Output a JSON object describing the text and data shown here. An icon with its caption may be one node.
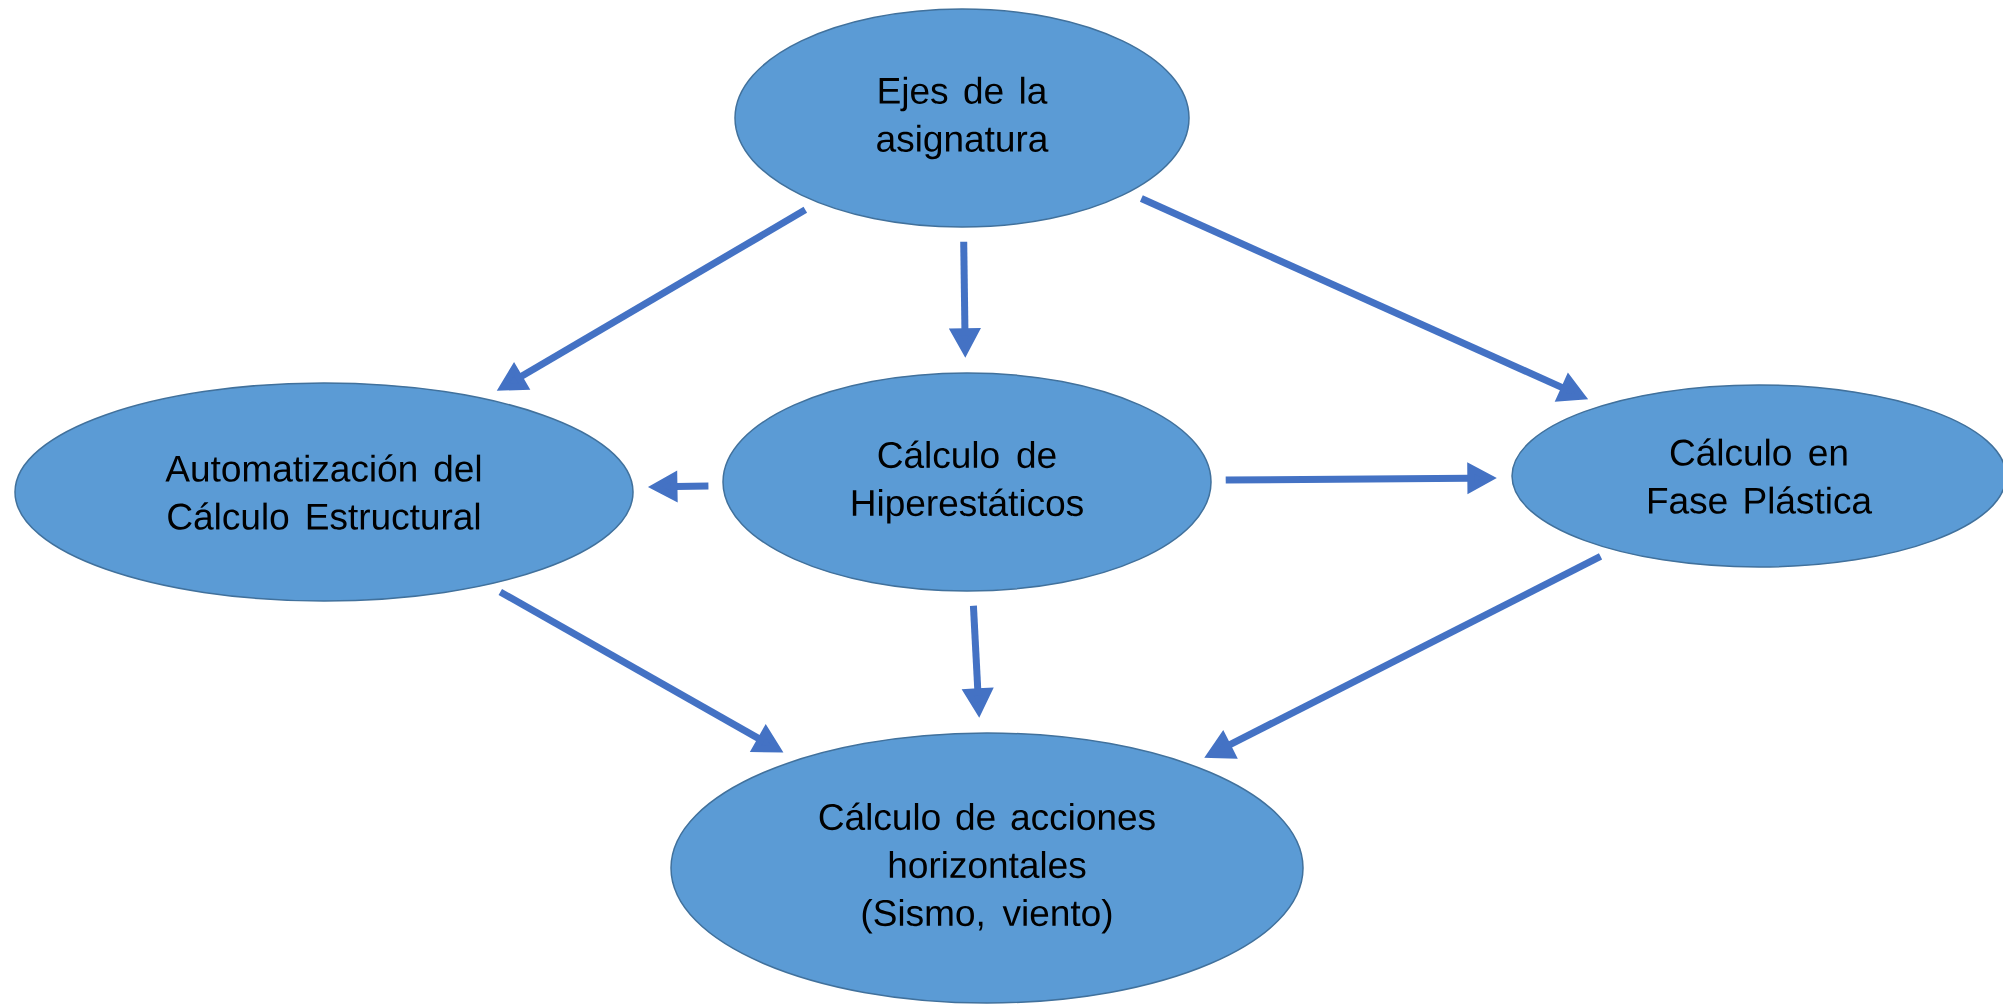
{
  "diagram": {
    "nodes": [
      {
        "text": [
          "Ejes de la asignatura"
        ]
      },
      {
        "text": [
          "Automatización del Cálculo Estructural"
        ]
      },
      {
        "text": [
          "Cálculo de Hiperestáticos"
        ]
      },
      {
        "text": [
          "Cálculo en Fase Plástica"
        ]
      },
      {
        "text": [
          "Cálculo de acciones horizontales (Sismo, viento)"
        ]
      }
    ],
    "edges": [
      {
        "from": 0,
        "to": 1,
        "arrow": "to"
      },
      {
        "from": 0,
        "to": 2,
        "arrow": "to"
      },
      {
        "from": 0,
        "to": 3,
        "arrow": "to"
      },
      {
        "from": 2,
        "to": 1,
        "arrow": "to"
      },
      {
        "from": 2,
        "to": 3,
        "arrow": "to"
      },
      {
        "from": 1,
        "to": 4,
        "arrow": "to"
      },
      {
        "from": 2,
        "to": 4,
        "arrow": "to"
      },
      {
        "from": 3,
        "to": 4,
        "arrow": "to"
      }
    ]
  }
}
